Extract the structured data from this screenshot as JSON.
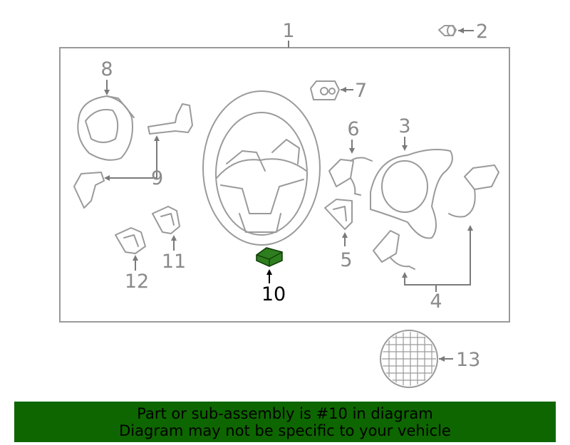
{
  "callouts": {
    "c1": "1",
    "c2": "2",
    "c3": "3",
    "c4": "4",
    "c5": "5",
    "c6": "6",
    "c7": "7",
    "c8": "8",
    "c9": "9",
    "c10": "10",
    "c11": "11",
    "c12": "12",
    "c13": "13"
  },
  "highlight": {
    "color": "#2e7d1e"
  },
  "footer": {
    "line1": "Part or sub-assembly is #10 in diagram",
    "line2": "Diagram may not be specific to your vehicle",
    "bg": "#0e6600"
  }
}
